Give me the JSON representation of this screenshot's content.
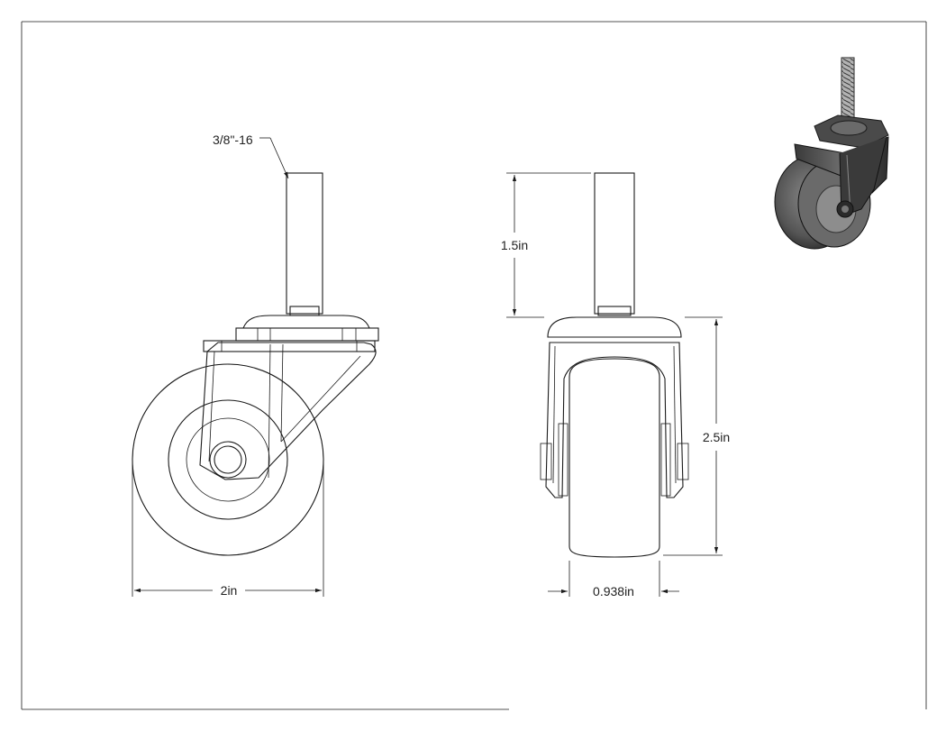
{
  "drawing": {
    "thread_callout": "3/8\"-16",
    "dimensions": {
      "wheel_diameter": "2in",
      "wheel_width": "0.938in",
      "stem_length": "1.5in",
      "overall_height": "2.5in"
    }
  }
}
